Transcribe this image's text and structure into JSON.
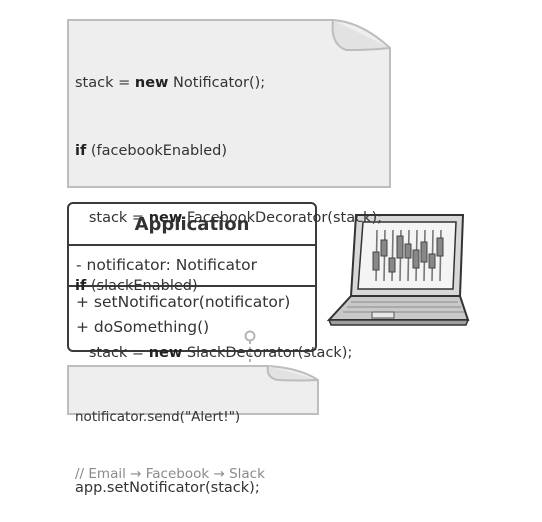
{
  "code_note": {
    "lines": [
      {
        "pre": "stack = ",
        "kw": "new",
        "post": " Notificator();"
      },
      {
        "pre": "",
        "kw": "if",
        "post": " (facebookEnabled)"
      },
      {
        "pre": "   stack = ",
        "kw": "new",
        "post": " FacebookDecorator(stack);"
      },
      {
        "pre": "",
        "kw": "if",
        "post": " (slackEnabled)"
      },
      {
        "pre": "   stack = ",
        "kw": "new",
        "post": " SlackDecorator(stack);"
      },
      {
        "pre": "",
        "kw": "",
        "post": ""
      },
      {
        "pre": "app.setNotificator(stack);",
        "kw": "",
        "post": ""
      }
    ]
  },
  "class_box": {
    "name": "Application",
    "attribute": "- notificator: Notificator",
    "methods": [
      "+ setNotificator(notificator)",
      "+ doSomething()"
    ]
  },
  "method_note": {
    "line1": "notificator.send(\"Alert!\")",
    "line2": "// Email → Facebook → Slack"
  },
  "colors": {
    "note_fill": "#eeeeee",
    "note_stroke": "#bdbdbd",
    "box_stroke": "#3b3b3b",
    "laptop_screen": "#f4f4f4",
    "laptop_body": "#c9c9c9"
  }
}
